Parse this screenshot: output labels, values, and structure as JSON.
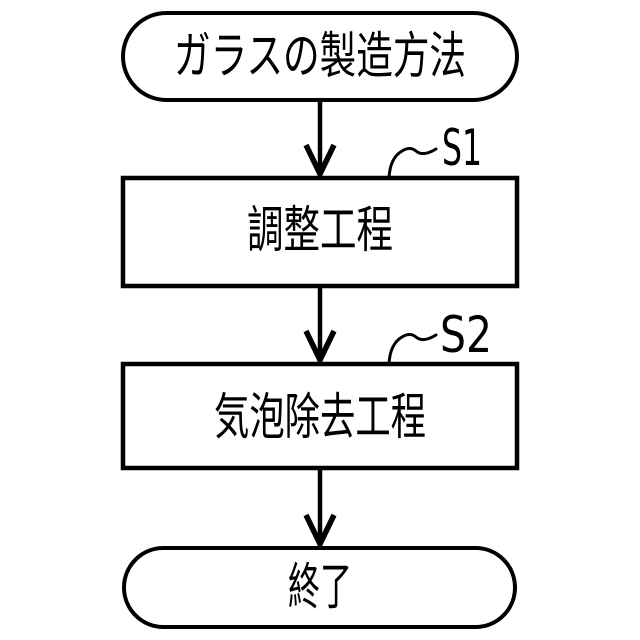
{
  "figure": {
    "type": "flowchart",
    "background_color": "#ffffff",
    "line_color": "#000000",
    "node_fill_color": "#ffffff",
    "start_node": {
      "kind": "terminal",
      "label": "ガラスの製造方法"
    },
    "steps": [
      {
        "kind": "process",
        "label": "調整工程",
        "ref": "S1"
      },
      {
        "kind": "process",
        "label": "気泡除去工程",
        "ref": "S2"
      }
    ],
    "end_node": {
      "kind": "terminal",
      "label": "終了"
    }
  }
}
